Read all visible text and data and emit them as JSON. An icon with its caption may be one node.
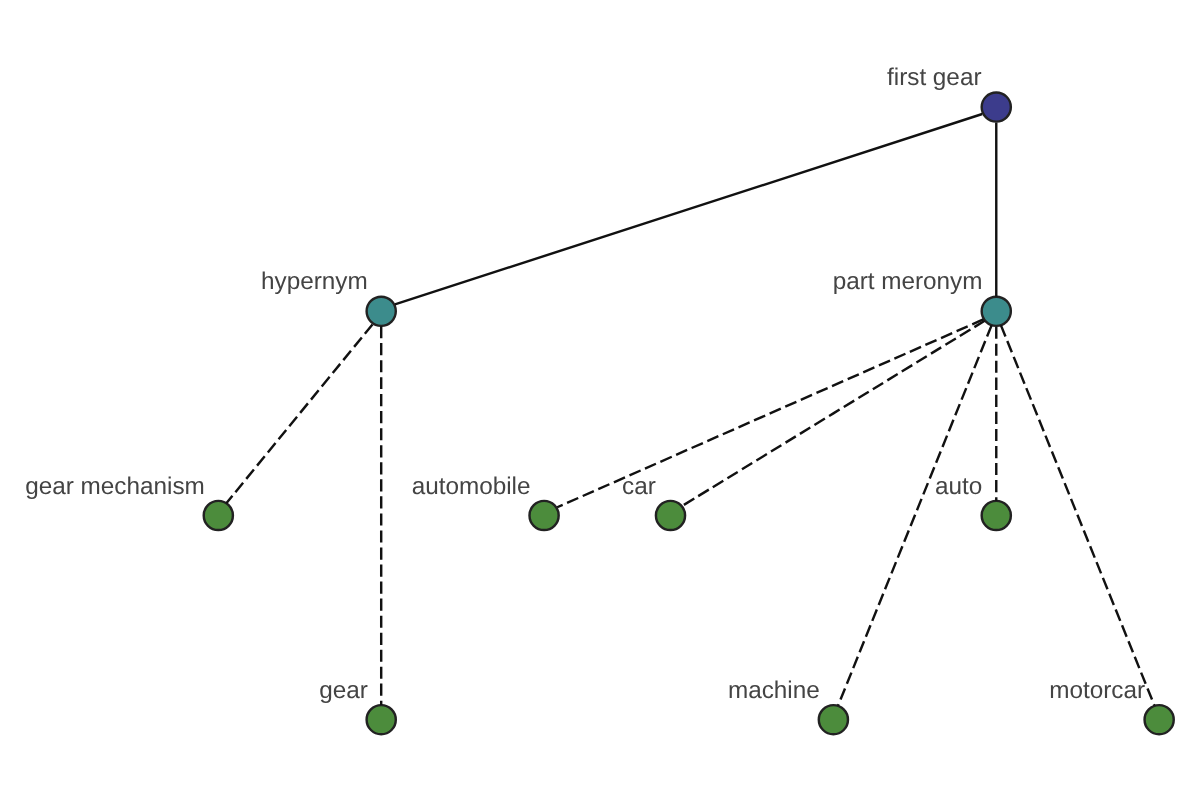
{
  "diagram": {
    "nodes": [
      {
        "text": [
          "first gear"
        ]
      },
      {
        "text": [
          "automobile"
        ]
      },
      {
        "text": [
          "hypernym"
        ]
      },
      {
        "text": [
          "part meronym"
        ]
      },
      {
        "text": [
          "car"
        ]
      },
      {
        "text": [
          "gear mechanism"
        ]
      },
      {
        "text": [
          "machine"
        ]
      },
      {
        "text": [
          "auto"
        ]
      },
      {
        "text": [
          "motorcar"
        ]
      },
      {
        "text": [
          "gear"
        ]
      }
    ],
    "edges": [
      {
        "from": 0,
        "to": 2,
        "arrow": "none"
      },
      {
        "from": 0,
        "to": 3,
        "arrow": "none"
      },
      {
        "from": 2,
        "to": 9,
        "arrow": "none",
        "style": "dashed"
      },
      {
        "from": 2,
        "to": 5,
        "arrow": "none",
        "style": "dashed"
      },
      {
        "from": 3,
        "to": 6,
        "arrow": "none",
        "style": "dashed"
      },
      {
        "from": 3,
        "to": 8,
        "arrow": "none",
        "style": "dashed"
      },
      {
        "from": 3,
        "to": 4,
        "arrow": "none",
        "style": "dashed"
      },
      {
        "from": 3,
        "to": 1,
        "arrow": "none",
        "style": "dashed"
      },
      {
        "from": 3,
        "to": 7,
        "arrow": "none",
        "style": "dashed"
      }
    ]
  }
}
